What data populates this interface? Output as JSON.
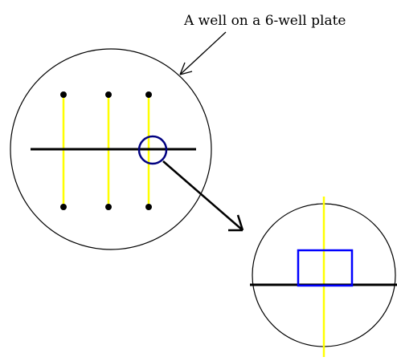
{
  "caption": "A well on a 6-well plate",
  "colors": {
    "background": "#ffffff",
    "outline": "#000000",
    "scratch_line": "#ffff00",
    "highlight": "#0000ff"
  },
  "diagram": {
    "vertical_scratch_count": 3,
    "endpoint_dots_per_scratch": 2,
    "magnified_region_shape": "rectangle",
    "magnifier_shape": "circle"
  }
}
